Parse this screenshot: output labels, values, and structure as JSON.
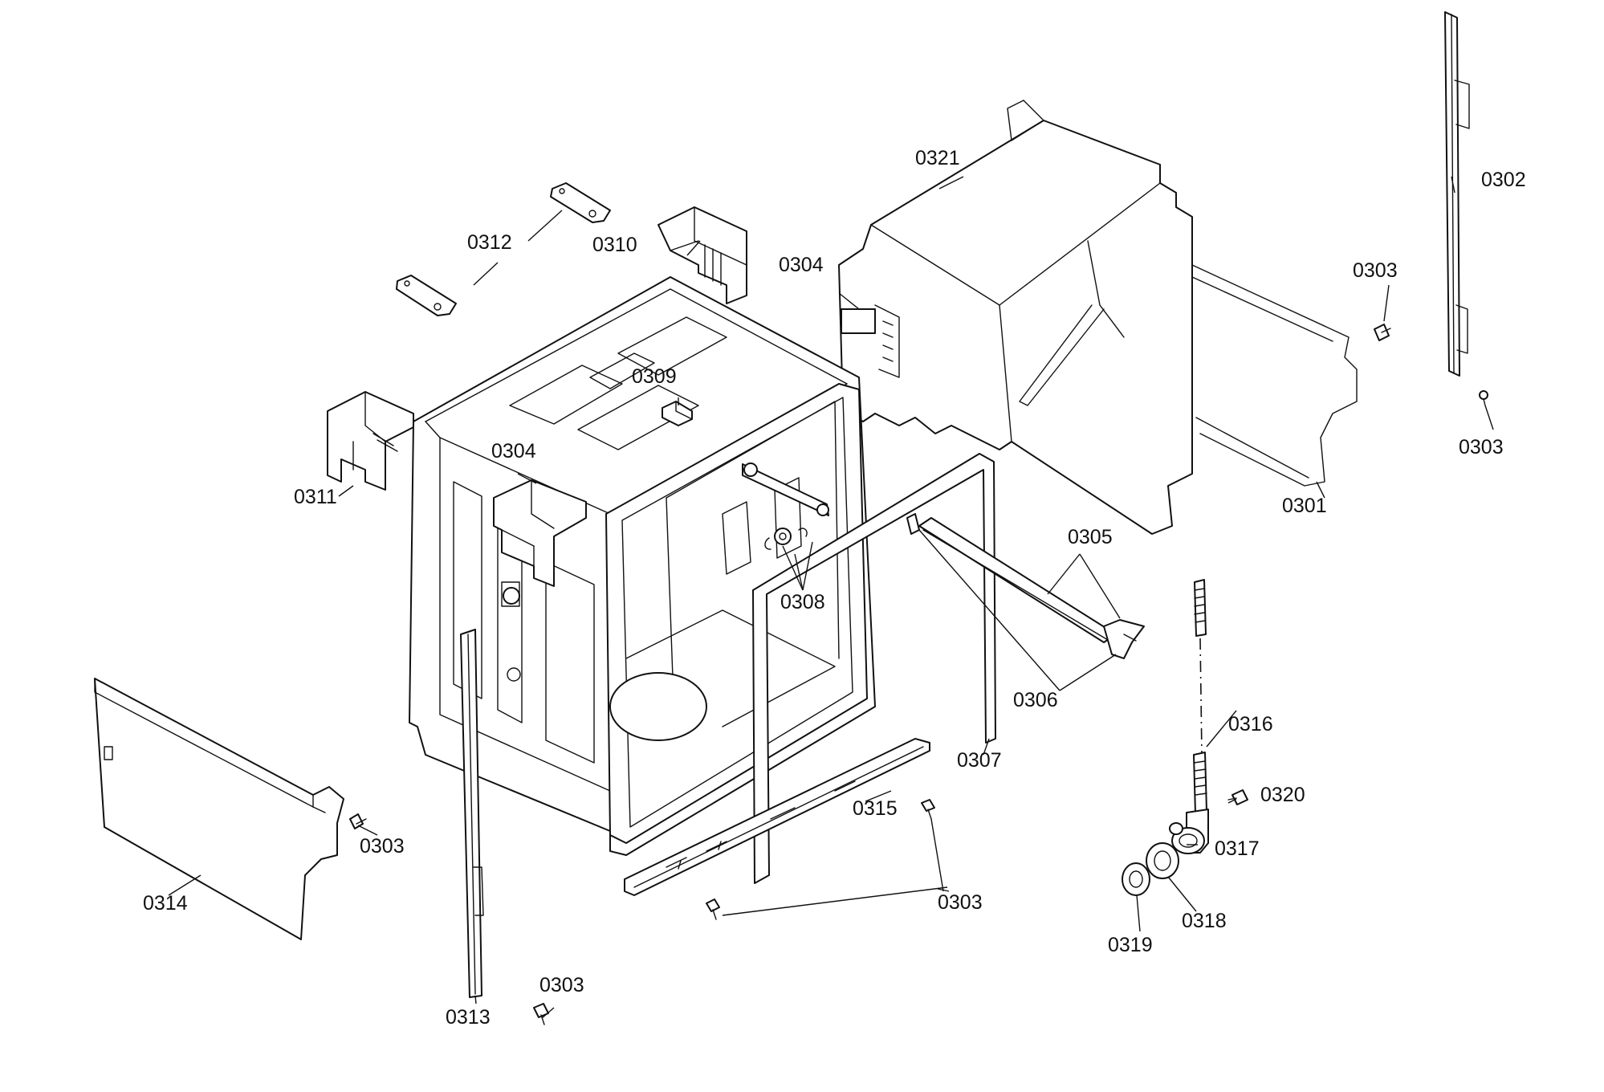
{
  "callouts": {
    "c0301": "0301",
    "c0302": "0302",
    "c0303": "0303",
    "c0304": "0304",
    "c0305": "0305",
    "c0306": "0306",
    "c0307": "0307",
    "c0308": "0308",
    "c0309": "0309",
    "c0310": "0310",
    "c0311": "0311",
    "c0312": "0312",
    "c0313": "0313",
    "c0314": "0314",
    "c0315": "0315",
    "c0316": "0316",
    "c0317": "0317",
    "c0318": "0318",
    "c0319": "0319",
    "c0320": "0320",
    "c0321": "0321"
  }
}
